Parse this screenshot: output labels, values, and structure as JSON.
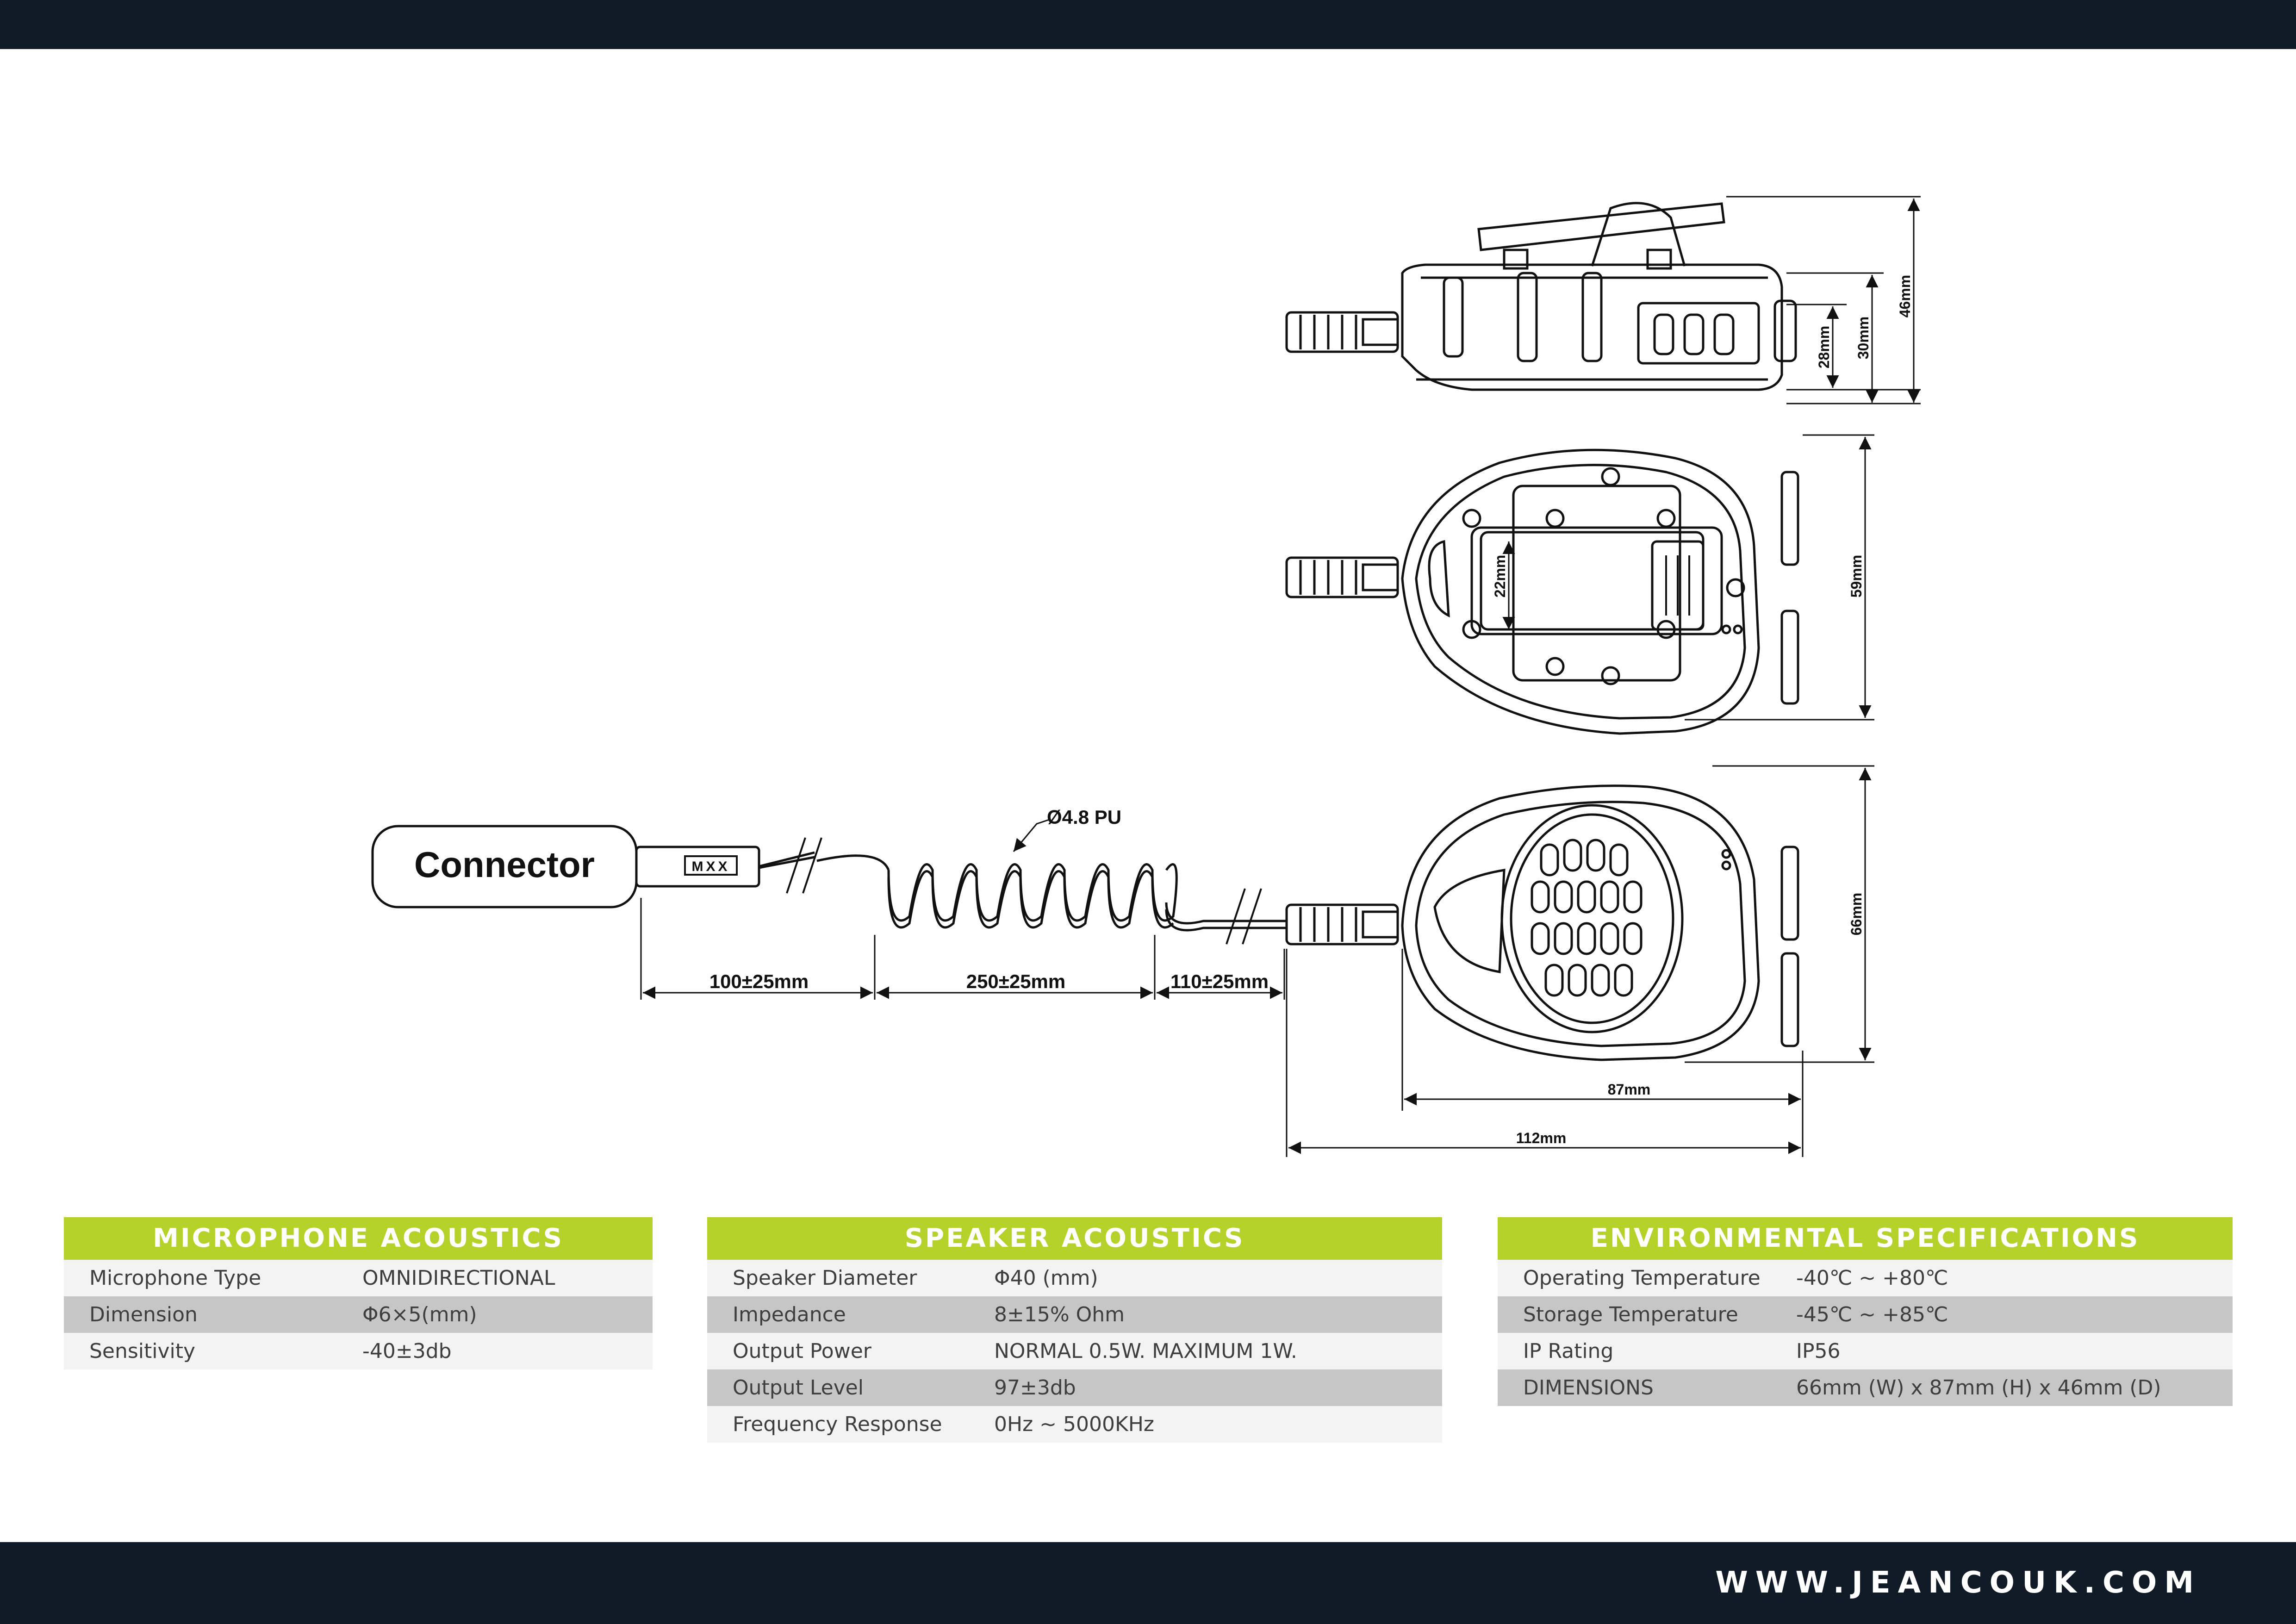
{
  "drawing": {
    "connector_label": "Connector",
    "plug_marking": "MXX",
    "cable_label": "Ø4.8 PU",
    "dim_cable_1": "100±25mm",
    "dim_cable_2": "250±25mm",
    "dim_cable_3": "110±25mm",
    "dim_side_a": "28mm",
    "dim_side_b": "30mm",
    "dim_side_c": "46mm",
    "dim_back_clip": "22mm",
    "dim_back_height": "59mm",
    "dim_front_height": "66mm",
    "dim_front_width": "87mm",
    "dim_total_length": "112mm"
  },
  "tables": {
    "microphone": {
      "title": "MICROPHONE ACOUSTICS",
      "rows": [
        {
          "label": "Microphone Type",
          "value": "OMNIDIRECTIONAL"
        },
        {
          "label": "Dimension",
          "value": "Φ6×5(mm)"
        },
        {
          "label": "Sensitivity",
          "value": "-40±3db"
        }
      ]
    },
    "speaker": {
      "title": "SPEAKER ACOUSTICS",
      "rows": [
        {
          "label": "Speaker Diameter",
          "value": "Φ40 (mm)"
        },
        {
          "label": "Impedance",
          "value": "8±15% Ohm"
        },
        {
          "label": "Output Power",
          "value": "NORMAL 0.5W. MAXIMUM 1W."
        },
        {
          "label": "Output Level",
          "value": "97±3db"
        },
        {
          "label": "Frequency Response",
          "value": "0Hz ~ 5000KHz"
        }
      ]
    },
    "environmental": {
      "title": "ENVIRONMENTAL SPECIFICATIONS",
      "rows": [
        {
          "label": "Operating Temperature",
          "value": "-40℃ ~ +80℃"
        },
        {
          "label": "Storage Temperature",
          "value": "-45℃ ~ +85℃"
        },
        {
          "label": "IP Rating",
          "value": "IP56"
        },
        {
          "label": "DIMENSIONS",
          "value": "66mm (W) x 87mm (H) x 46mm (D)"
        }
      ]
    }
  },
  "footer": {
    "url": "WWW.JEANCOUK.COM"
  },
  "colors": {
    "bar": "#111a27",
    "accent": "#b5d22b"
  }
}
